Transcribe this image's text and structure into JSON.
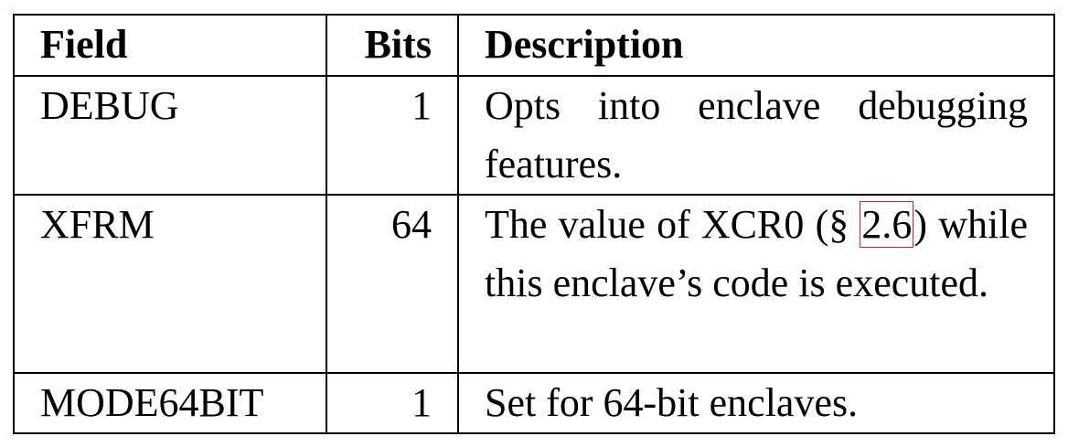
{
  "table": {
    "headers": {
      "field": "Field",
      "bits": "Bits",
      "description": "Description"
    },
    "rows": [
      {
        "field": "DEBUG",
        "bits": "1",
        "description": "Opts into enclave debugging features."
      },
      {
        "field": "XFRM",
        "bits": "64",
        "description_before": "The value of XCR0 (§ ",
        "description_ref": "2.6",
        "description_after": ") while this enclave’s code is executed."
      },
      {
        "field": "MODE64BIT",
        "bits": "1",
        "description": "Set for 64-bit enclaves."
      }
    ]
  },
  "colors": {
    "border": "#000000",
    "reference_highlight": "#e02020"
  }
}
